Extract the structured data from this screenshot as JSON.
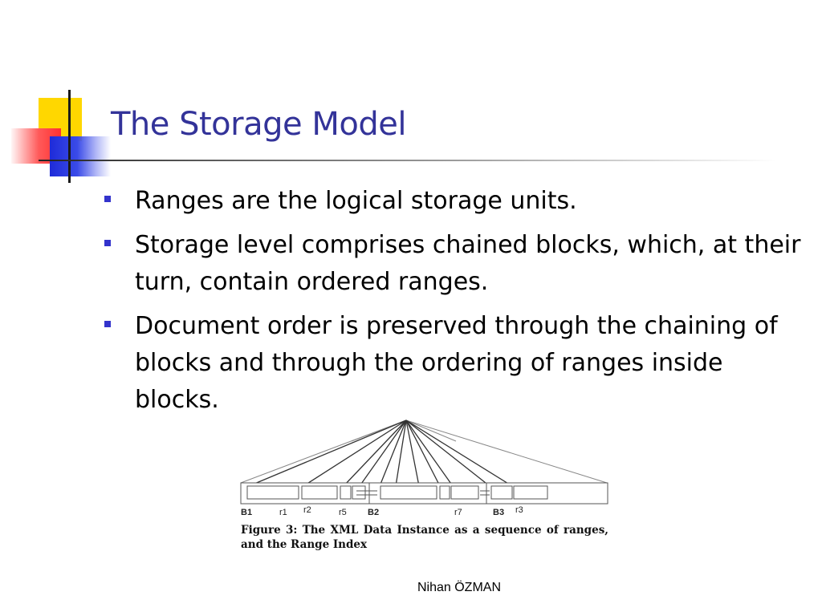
{
  "slide": {
    "title": "The Storage Model",
    "bullets": [
      "Ranges are the logical storage units.",
      "Storage level comprises chained blocks, which, at their turn, contain ordered ranges.",
      "Document order is preserved through the chaining of blocks and through the ordering of ranges inside blocks."
    ],
    "figure": {
      "labels": {
        "b1": "B1",
        "r1": "r1",
        "r2": "r2",
        "r5": "r5",
        "b2": "B2",
        "r7": "r7",
        "b3": "B3",
        "r3": "r3"
      },
      "caption": "Figure 3: The XML Data Instance as a sequence of ranges, and the Range Index"
    },
    "footer": "Nihan ÖZMAN"
  },
  "colors": {
    "title": "#333399",
    "bullet": "#3333cc",
    "logo_yellow": "#ffd700",
    "logo_red": "#ff3030",
    "logo_blue": "#1e2bd9"
  },
  "icons": {
    "bullet": "square-bullet-icon"
  }
}
